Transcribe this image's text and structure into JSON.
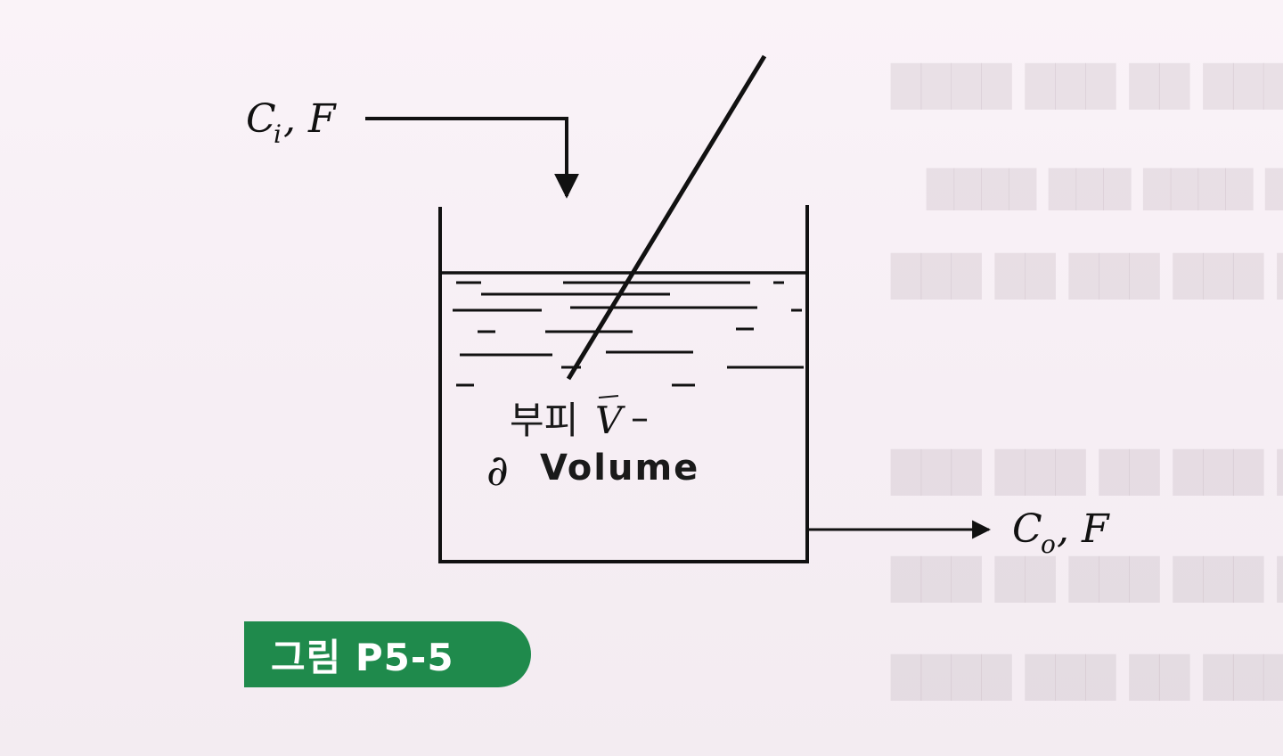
{
  "diagram": {
    "inlet_label": {
      "C": "C",
      "sub": "i",
      "rest": ", F"
    },
    "outlet_label": {
      "C": "C",
      "sub": "o",
      "rest": ", F"
    },
    "handwritten_korean": "부피",
    "handwritten_symbol": "V",
    "handwritten_dash": "–",
    "handwritten_mark": "∂",
    "handwritten_volume": "Volume"
  },
  "figure_caption": "그림 P5-5",
  "colors": {
    "badge": "#1f8a4c",
    "ink": "#111111",
    "paper": "#f8f0f6"
  }
}
